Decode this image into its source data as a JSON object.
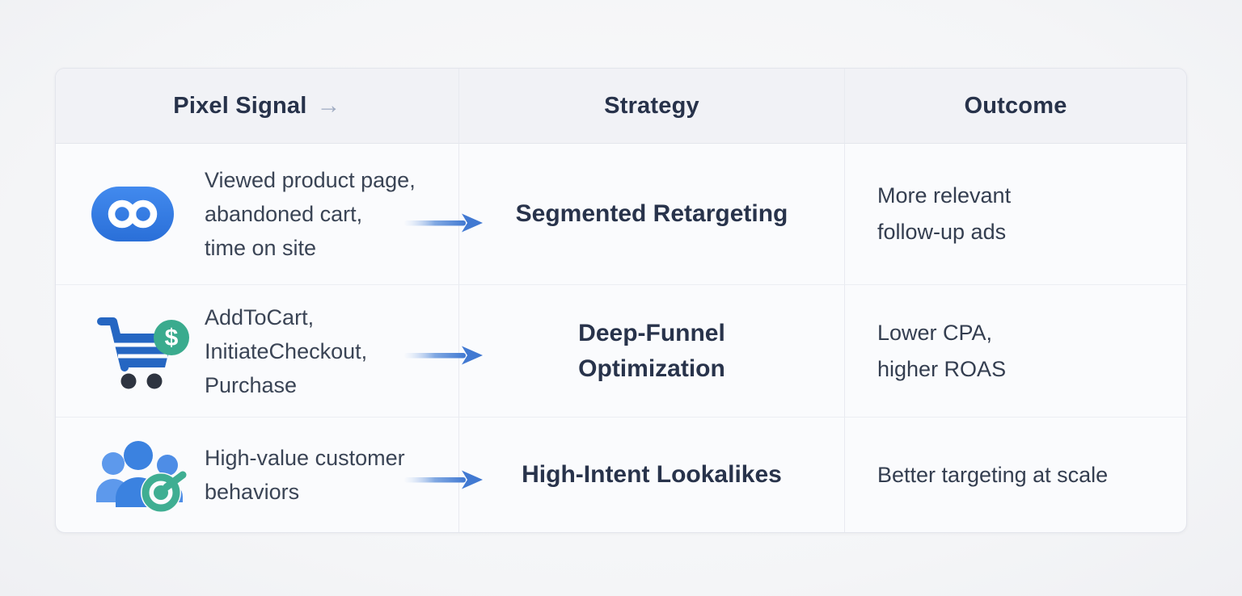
{
  "table": {
    "header": {
      "signal_label": "Pixel Signal",
      "signal_arrow": "→",
      "strategy_label": "Strategy",
      "outcome_label": "Outcome"
    },
    "rows": [
      {
        "icon": "meta-infinity-icon",
        "signal": "Viewed product page,\nabandoned cart,\ntime on site",
        "strategy": "Segmented Retargeting",
        "outcome": "More relevant\nfollow-up ads"
      },
      {
        "icon": "shopping-cart-dollar-icon",
        "signal": "AddToCart,\nInitiateCheckout,\nPurchase",
        "strategy": "Deep-Funnel\nOptimization",
        "outcome": "Lower CPA,\nhigher ROAS"
      },
      {
        "icon": "audience-target-icon",
        "signal": "High-value customer\nbehaviors",
        "strategy": "High-Intent Lookalikes",
        "outcome": "Better targeting at scale"
      }
    ]
  },
  "colors": {
    "meta_blue": "#3a82e6",
    "cart_blue": "#2566c2",
    "people_blue": "#3b82e0",
    "badge_green": "#3aab8e",
    "arrow_blue": "#4179d2",
    "header_text": "#27324a",
    "body_text": "#3a4455",
    "header_bg": "#f1f2f6",
    "card_bg": "#fafbfd"
  }
}
